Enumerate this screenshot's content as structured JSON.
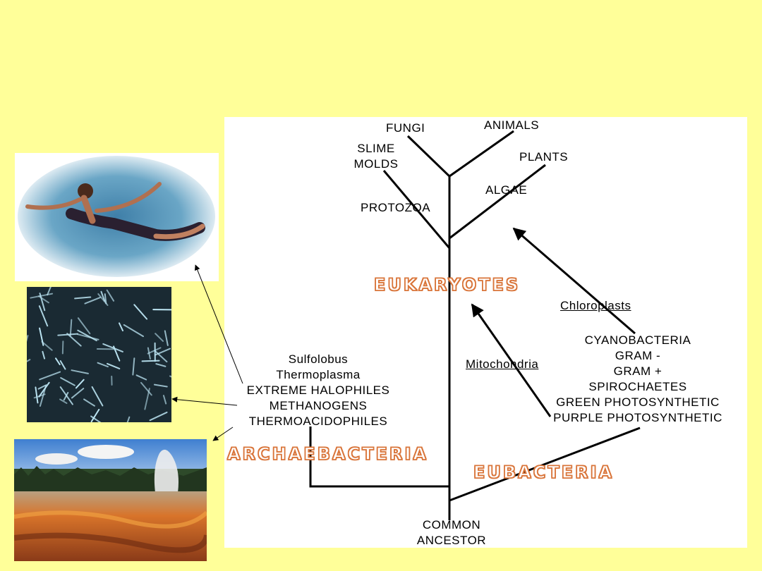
{
  "tree": {
    "leaves": {
      "fungi": "FUNGI",
      "animals": "ANIMALS",
      "slime_molds": [
        "SLIME",
        "MOLDS"
      ],
      "plants": "PLANTS",
      "algae": "ALGAE",
      "protozoa": "PROTOZOA"
    },
    "domains": {
      "eukaryotes": "EUKARYOTES",
      "archaebacteria": "ARCHAEBACTERIA",
      "eubacteria": "EUBACTERIA"
    },
    "endosymbiosis": {
      "chloroplasts": "Chloroplasts",
      "mitochondria": "Mitochondria"
    },
    "archaea_groups": [
      "Sulfolobus",
      "Thermoplasma",
      "EXTREME HALOPHILES",
      "METHANOGENS",
      "THERMOACIDOPHILES"
    ],
    "bacteria_groups": [
      "CYANOBACTERIA",
      "GRAM -",
      "GRAM +",
      "SPIROCHAETES",
      "GREEN PHOTOSYNTHETIC",
      "PURPLE PHOTOSYNTHETIC"
    ],
    "root": [
      "COMMON",
      "ANCESTOR"
    ]
  },
  "colors": {
    "background": "#ffff99",
    "domain_outline": "#d9753a",
    "panel": "#ffffff"
  },
  "photos": [
    "person-floating-in-salt-lake-photo",
    "rod-shaped-microbes-micrograph",
    "hot-spring-geyser-photo"
  ]
}
